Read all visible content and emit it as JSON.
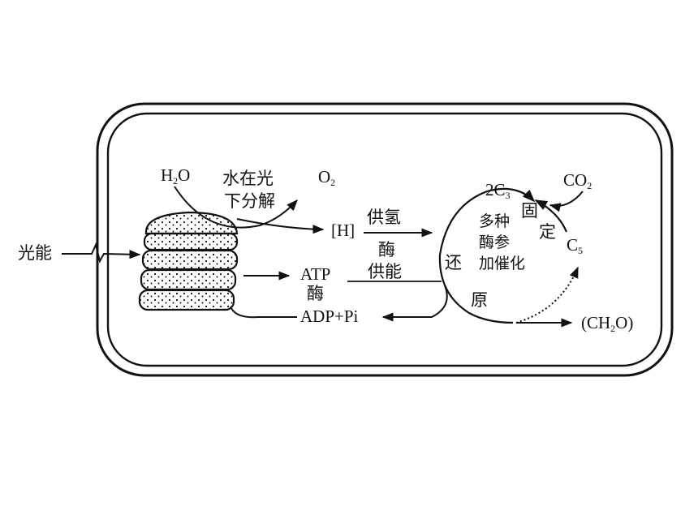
{
  "labels": {
    "light_energy": "光能",
    "water_formula": {
      "base": "H",
      "sub": "2",
      "tail": "O"
    },
    "water_split_line1": "水在光",
    "water_split_line2": "下分解",
    "oxygen": {
      "base": "O",
      "sub": "2"
    },
    "hydrogen": "[H]",
    "supply_h": "供氢",
    "enzyme_top": "酶",
    "supply_energy": "供能",
    "atp": "ATP",
    "enzyme_bottom": "酶",
    "adp_pi": "ADP+Pi",
    "c3": {
      "base": "2C",
      "sub": "3"
    },
    "co2": {
      "base": "CO",
      "sub": "2"
    },
    "fixation_1": "固",
    "fixation_2": "定",
    "c5": {
      "base": "C",
      "sub": "5"
    },
    "enzymes_line1": "多种",
    "enzymes_line2": "酶参",
    "enzymes_line3": "加催化",
    "reduction_1": "还",
    "reduction_2": "原",
    "carbohydrate": {
      "pre": "(CH",
      "sub": "2",
      "tail": "O)"
    }
  }
}
